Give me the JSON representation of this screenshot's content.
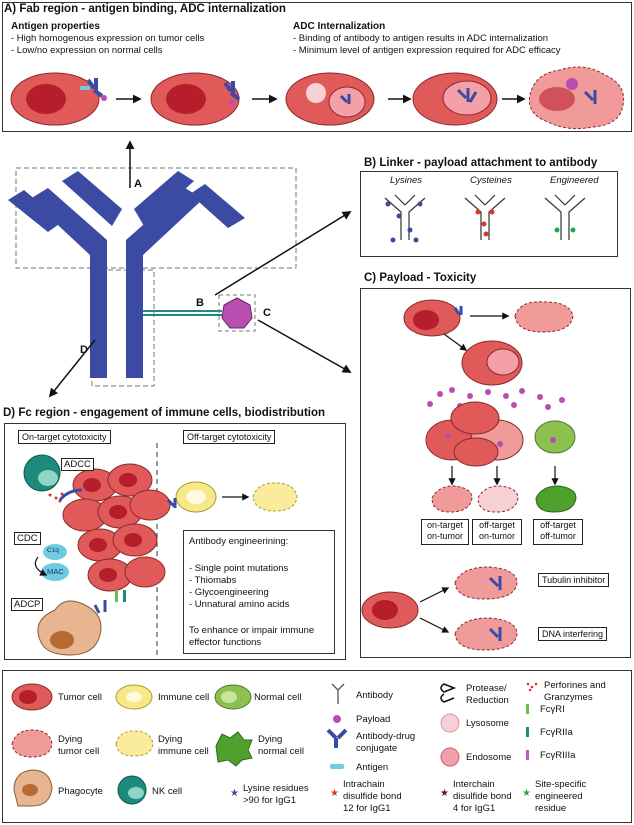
{
  "panelA": {
    "title": "A) Fab region - antigen binding, ADC internalization",
    "left_heading": "Antigen properties",
    "left_lines": [
      "- High homogenous expression on tumor cells",
      "- Low/no expression on normal cells"
    ],
    "right_heading": "ADC Internalization",
    "right_lines": [
      "- Binding of antibody to antigen results in ADC internalization",
      "- Minimum level of antigen expression required for ADC efficacy"
    ]
  },
  "antibody_labels": {
    "a": "A",
    "b": "B",
    "c": "C",
    "d": "D"
  },
  "panelB": {
    "title": "B) Linker - payload attachment to antibody",
    "types": [
      "Lysines",
      "Cysteines",
      "Engineered"
    ]
  },
  "panelC": {
    "title": "C) Payload - Toxicity",
    "outcomes": [
      {
        "l1": "on-target",
        "l2": "on-tumor"
      },
      {
        "l1": "off-target",
        "l2": "on-tumor"
      },
      {
        "l1": "off-target",
        "l2": "off-tumor"
      }
    ],
    "mechanisms": [
      "Tubulin inhibitor",
      "DNA interfering"
    ]
  },
  "panelD": {
    "title": "D) Fc region - engagement of immune cells, biodistribution",
    "on_target": "On-target cytotoxicity",
    "off_target": "Off-target cytotoxicity",
    "labels": [
      "ADCC",
      "CDC",
      "C1q",
      "MAC",
      "ADCP"
    ],
    "engineering_heading": "Antibody engineerining:",
    "engineering_items": [
      "- Single point mutations",
      "- Thiomabs",
      "- Glycoengineering",
      "- Unnatural amino acids"
    ],
    "engineering_footer": [
      "To enhance or impair immune",
      "effector functions"
    ]
  },
  "legend": {
    "tumor": "Tumor cell",
    "immune": "Immune cell",
    "normal": "Normal cell",
    "dying_tumor": [
      "Dying",
      "tumor cell"
    ],
    "dying_immune": [
      "Dying",
      "immune cell"
    ],
    "dying_normal": [
      "Dying",
      "normal cell"
    ],
    "phagocyte": "Phagocyte",
    "nk": "NK cell",
    "antibody": "Antibody",
    "payload": "Payload",
    "adc": [
      "Antibody-drug",
      "conjugate"
    ],
    "antigen": "Antigen",
    "protease": [
      "Protease/",
      "Reduction"
    ],
    "lysosome": "Lysosome",
    "endosome": "Endosome",
    "perforines": [
      "Perforines and",
      "Granzymes"
    ],
    "fcyr1": "FcγRI",
    "fcyr2a": "FcγRIIa",
    "fcyr3a": "FcγRIIIa",
    "lysine_res": [
      "Lysine residues",
      ">90 for IgG1"
    ],
    "intrachain": [
      "Intrachain",
      "disulfide bond",
      "12 for IgG1"
    ],
    "interchain": [
      "Interchain",
      "disulfide bond",
      "4 for IgG1"
    ],
    "site_specific": [
      "Site-specific",
      "engineered",
      "residue"
    ]
  },
  "colors": {
    "antibody_blue": "#3b4aa3",
    "tumor_red": "#e05a5a",
    "nucleus_red": "#b51e2a",
    "payload_purple": "#b84fb0",
    "antigen_cyan": "#6ecbe0",
    "immune_yellow": "#f7e98a",
    "normal_green": "#8cc152",
    "nk_teal": "#1d8a7c",
    "phagocyte_tan": "#e7b58f"
  }
}
